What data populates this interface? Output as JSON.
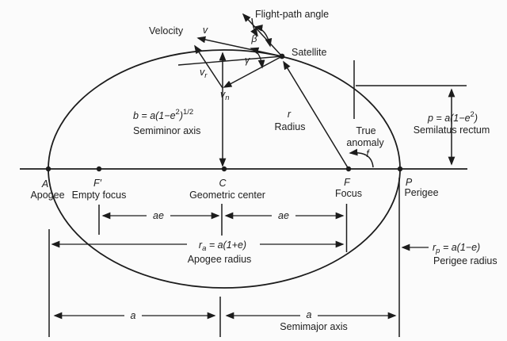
{
  "figure": {
    "description": "Geometry of an elliptical orbit",
    "colors": {
      "line": "#1c1c1c",
      "text": "#202020",
      "background": "#fbfbfb"
    },
    "labels": {
      "flight_path_angle": "Flight-path angle",
      "velocity": "Velocity",
      "velocity_symbol": "v",
      "satellite": "Satellite",
      "beta_symbol": "β",
      "gamma_symbol": "γ",
      "radial_velocity": {
        "sym": "v",
        "sub": "r"
      },
      "normal_velocity": {
        "sym": "v",
        "sub": "n"
      },
      "semiminor": {
        "eq_main": "b = a(1−e",
        "eq_sup": "2",
        "eq_close": ")",
        "eq_exp": "1/2",
        "caption": "Semiminor axis"
      },
      "radius": {
        "sym": "r",
        "caption": "Radius"
      },
      "true_anomaly": {
        "line1": "True",
        "line2": "anomaly",
        "sym": "f"
      },
      "semilatus": {
        "eq_main": "p = a(1−e",
        "eq_sup": "2",
        "eq_close": ")",
        "caption": "Semilatus rectum"
      },
      "apogee_radius": {
        "sym": "r",
        "sub": "a",
        "eq_rest": " = a(1+e)",
        "caption": "Apogee radius"
      },
      "perigee_radius": {
        "sym": "r",
        "sub": "p",
        "eq_rest": " = a(1−e)",
        "caption": "Perigee radius"
      },
      "focal_distance": "ae",
      "semimajor": {
        "sym": "a",
        "caption": "Semimajor axis"
      }
    },
    "axis_points": [
      {
        "letter": "A",
        "name": "Apogee"
      },
      {
        "letter": "F′",
        "name": "Empty focus"
      },
      {
        "letter": "C",
        "name": "Geometric center"
      },
      {
        "letter": "F",
        "name": "Focus"
      },
      {
        "letter": "P",
        "name": "Perigee"
      }
    ]
  }
}
